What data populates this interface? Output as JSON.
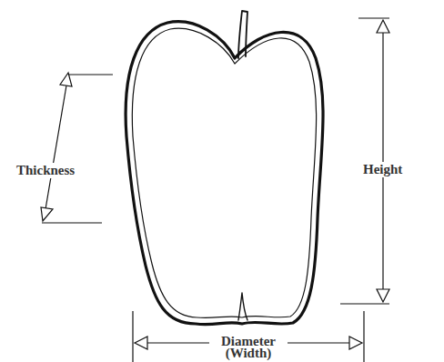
{
  "diagram": {
    "labels": [
      "Thickness",
      "Height",
      "Diameter (Width)"
    ]
  }
}
